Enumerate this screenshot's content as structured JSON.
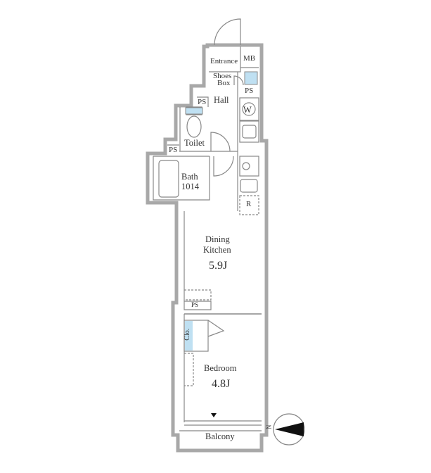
{
  "rooms": {
    "entrance": "Entrance",
    "mb": "MB",
    "shoes_box_1": "Shoes",
    "shoes_box_2": "Box",
    "ps": "PS",
    "hall": "Hall",
    "w": "W",
    "toilet": "Toilet",
    "bath": "Bath",
    "bath_size": "1014",
    "r": "R",
    "dining_1": "Dining",
    "dining_2": "Kitchen",
    "dining_size": "5.9J",
    "clo": "Clo.",
    "bedroom": "Bedroom",
    "bedroom_size": "4.8J",
    "balcony": "Balcony"
  },
  "compass": {
    "label": "N"
  },
  "colors": {
    "wall": "#8a8a8a",
    "fixture_blue": "#bfe0f2",
    "line": "#555555"
  }
}
